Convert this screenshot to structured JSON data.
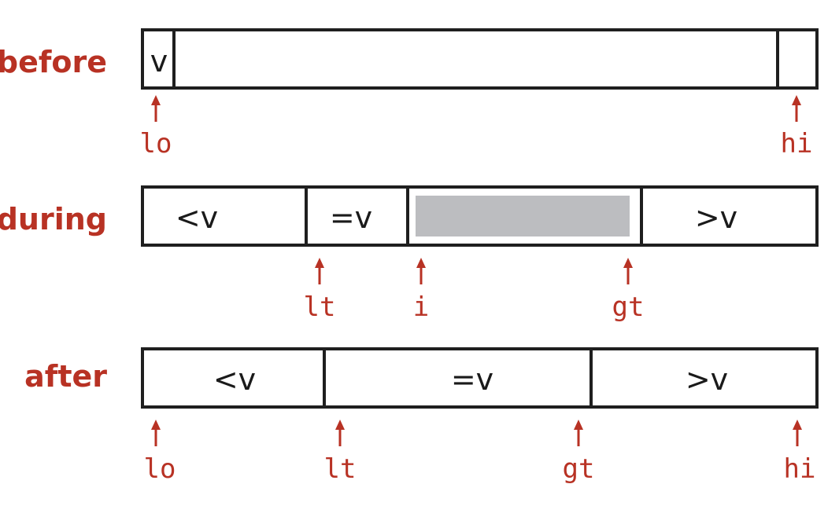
{
  "rows": [
    {
      "id": "before",
      "label": "before",
      "cells": [
        "v",
        "",
        ""
      ],
      "pointers": [
        "lo",
        "hi"
      ]
    },
    {
      "id": "during",
      "label": "during",
      "cells": [
        "<v",
        "=v",
        "",
        ">v"
      ],
      "pointers": [
        "lt",
        "i",
        "gt"
      ]
    },
    {
      "id": "after",
      "label": "after",
      "cells": [
        "<v",
        "=v",
        ">v"
      ],
      "pointers": [
        "lo",
        "lt",
        "gt",
        "hi"
      ]
    }
  ],
  "colors": {
    "accent": "#b83224",
    "outline": "#1f1f1f",
    "unknown_region": "#bcbdc0"
  }
}
